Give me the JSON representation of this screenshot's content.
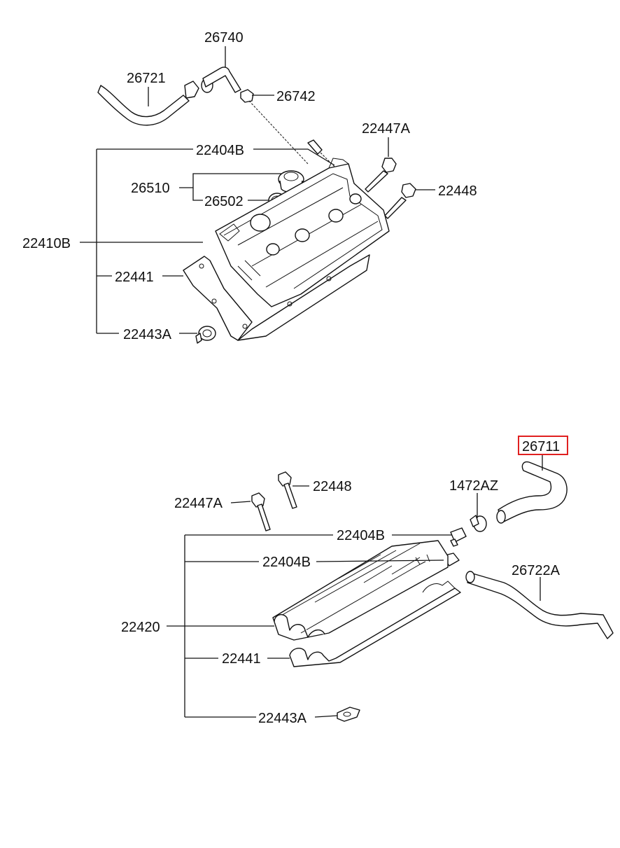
{
  "top_assembly": {
    "labels": {
      "p26740": "26740",
      "p26721": "26721",
      "p26742": "26742",
      "p22447A": "22447A",
      "p22404B": "22404B",
      "p26510": "26510",
      "p22448": "22448",
      "p26502": "26502",
      "p22410B": "22410B",
      "p22441": "22441",
      "p22443A": "22443A"
    }
  },
  "bottom_assembly": {
    "labels": {
      "p26711": "26711",
      "p1472AZ": "1472AZ",
      "p22448": "22448",
      "p22447A": "22447A",
      "p22404B_a": "22404B",
      "p22404B_b": "22404B",
      "p26722A": "26722A",
      "p22420": "22420",
      "p22441": "22441",
      "p22443A": "22443A"
    }
  },
  "highlight": {
    "part": "26711",
    "color": "#e02020"
  }
}
